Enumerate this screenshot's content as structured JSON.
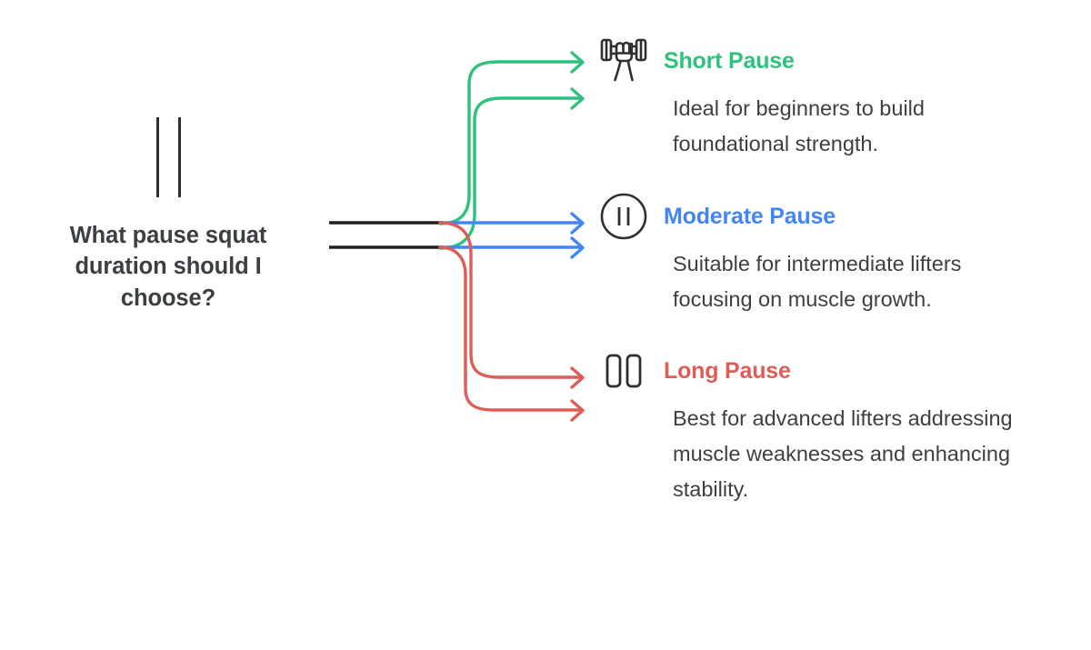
{
  "diagram": {
    "type": "branching-flow",
    "background_color": "#ffffff",
    "question": {
      "icon": "pause-bars-icon",
      "text": "What pause squat duration should I choose?",
      "text_color": "#3c4043",
      "trunk_color": "#1f1f1f"
    },
    "branches": [
      {
        "id": "short",
        "icon": "hand-dumbbell-icon",
        "title": "Short Pause",
        "description": "Ideal for beginners to build foundational strength.",
        "color": "#2ec27e",
        "direction": "up"
      },
      {
        "id": "moderate",
        "icon": "circle-pause-icon",
        "title": "Moderate Pause",
        "description": "Suitable for intermediate lifters focusing on muscle growth.",
        "color": "#4285f4",
        "direction": "straight"
      },
      {
        "id": "long",
        "icon": "pause-bars-outline-icon",
        "title": "Long Pause",
        "description": "Best for advanced lifters addressing muscle weaknesses and enhancing stability.",
        "color": "#e05c57",
        "direction": "down"
      }
    ]
  }
}
